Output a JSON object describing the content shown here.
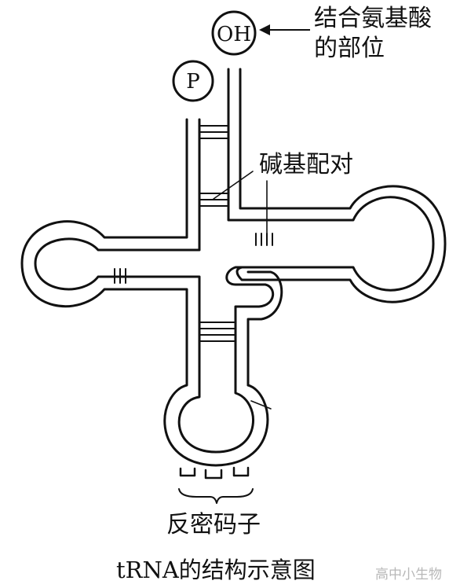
{
  "diagram": {
    "oh_label": "OH",
    "p_label": "P",
    "label_binding_site_line1": "结合氨基酸",
    "label_binding_site_line2": "的部位",
    "label_base_pairing": "碱基配对",
    "label_anticodon": "反密码子",
    "title": "tRNA的结构示意图",
    "watermark": "高中小生物"
  }
}
